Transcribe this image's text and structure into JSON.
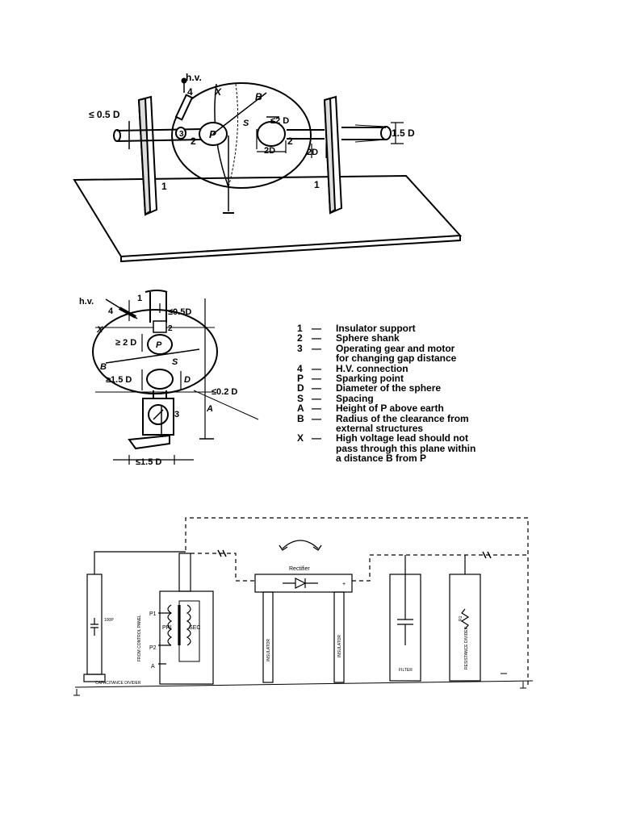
{
  "figure1": {
    "hv": "h.v.",
    "n4": "4",
    "x": "X",
    "b": "B",
    "half_d": "≤ 0.5 D",
    "n2a": "2",
    "n2b": "2",
    "n3": "3",
    "p": "P",
    "s": "S",
    "le2d": "≤2 D",
    "twod_a": "2D",
    "twod_b": "2D",
    "onefive": "1.5 D",
    "n1a": "1",
    "n1b": "1"
  },
  "figure2": {
    "hv": "h.v.",
    "n4": "4",
    "n1": "1",
    "half_d": "≤0.5D",
    "n2": "2",
    "x": "X",
    "ge2d": "≥ 2 D",
    "p": "P",
    "s": "S",
    "b": "B",
    "ge15d": "≥1.5 D",
    "d": "D",
    "point2d": "≤0.2 D",
    "n3": "3",
    "a": "A",
    "base": "≤1.5 D"
  },
  "legend": [
    {
      "key": "1",
      "text": "Insulator support"
    },
    {
      "key": "2",
      "text": "Sphere shank"
    },
    {
      "key": "3",
      "text": "Operating gear and motor"
    },
    {
      "key": "",
      "text": "for changing gap distance"
    },
    {
      "key": "4",
      "text": "H.V. connection"
    },
    {
      "key": "P",
      "text": "Sparking point"
    },
    {
      "key": "D",
      "text": "Diameter of the sphere"
    },
    {
      "key": "S",
      "text": "Spacing"
    },
    {
      "key": "A",
      "text": "Height of P above earth"
    },
    {
      "key": "B",
      "text": "Radius of the clearance from"
    },
    {
      "key": "",
      "text": "external structures"
    },
    {
      "key": "X",
      "text": "High voltage lead should not"
    },
    {
      "key": "",
      "text": "pass through this plane within"
    },
    {
      "key": "",
      "text": "a distance B from P"
    }
  ],
  "figure3": {
    "rectifier": "Rectifier",
    "plus": "+",
    "p1": "P1",
    "p2": "P2",
    "pri": "PRI",
    "sec": "SEC",
    "a": "A",
    "insulator1": "INSULATOR",
    "insulator2": "INSULATOR",
    "filter": "FILTER",
    "divider": "RESISTANCE DIVIDER",
    "r1": "R1",
    "from_panel": "FROM CONTROL PANEL",
    "cap": "100P",
    "cap_divider": "CAPACITANCE DIVIDER"
  }
}
